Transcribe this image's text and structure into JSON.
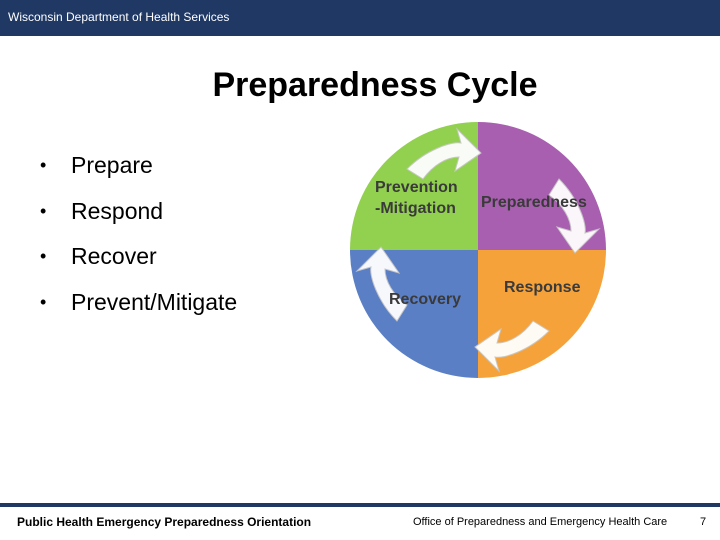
{
  "header": {
    "org": "Wisconsin Department of Health Services"
  },
  "title": "Preparedness Cycle",
  "bullets": [
    "Prepare",
    "Respond",
    "Recover",
    "Prevent/Mitigate"
  ],
  "cycle": {
    "quadrants": [
      {
        "label": "Prevention",
        "label2": "-Mitigation",
        "color": "#92d050"
      },
      {
        "label": "Preparedness",
        "color": "#a85fb0"
      },
      {
        "label": "Response",
        "color": "#f6a23a"
      },
      {
        "label": "Recovery",
        "color": "#5b7fc4"
      }
    ],
    "text_color": "#3a3a3a"
  },
  "footer": {
    "left": "Public Health Emergency Preparedness Orientation",
    "right": "Office of  Preparedness and Emergency Health Care",
    "page": "7"
  },
  "colors": {
    "header_bar": "#1f3864",
    "footer_rule": "#1f3864"
  }
}
